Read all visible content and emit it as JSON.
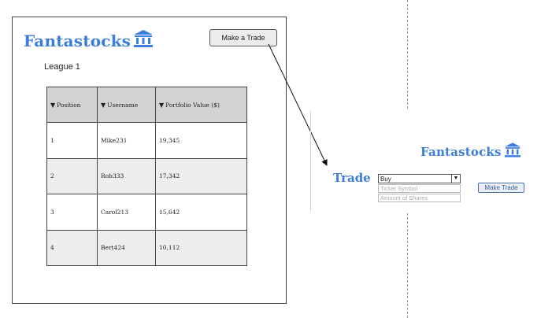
{
  "left_screen": {
    "brand_name": "Fantastocks",
    "make_trade_button": "Make a Trade",
    "league_name": "League 1",
    "table": {
      "headers": [
        "Position",
        "Username",
        "Portfolio Value ($)"
      ],
      "rows": [
        [
          "1",
          "Mike231",
          "19,345"
        ],
        [
          "2",
          "Rob333",
          "17,342"
        ],
        [
          "3",
          "Carol213",
          "15,642"
        ],
        [
          "4",
          "Bert424",
          "10,112"
        ]
      ]
    }
  },
  "right_screen": {
    "brand_name": "Fantastocks",
    "trade_label": "Trade",
    "action_select": {
      "selected": "Buy"
    },
    "ticker_placeholder": "Ticker Symbol",
    "shares_placeholder": "Amount of Shares",
    "submit_button": "Make Trade"
  },
  "colors": {
    "brand_blue": "#3b7ddd"
  },
  "icons": [
    "bank-icon",
    "sort-down-icon",
    "dropdown-arrow-icon"
  ]
}
